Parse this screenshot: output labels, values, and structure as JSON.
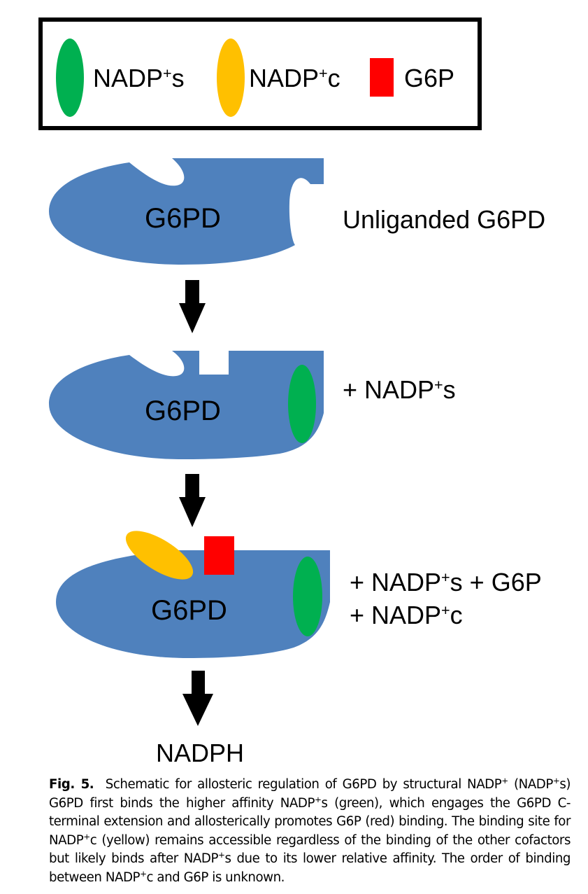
{
  "colors": {
    "enzyme": "#4F81BD",
    "nadp_s": "#00B050",
    "nadp_c": "#FFC000",
    "g6p": "#FF0000",
    "arrow": "#000000",
    "legend_border": "#000000"
  },
  "legend": {
    "items": [
      {
        "name": "NADP",
        "sup": "+",
        "suffix": "s",
        "shape": "ellipse",
        "color_key": "nadp_s"
      },
      {
        "name": "NADP",
        "sup": "+",
        "suffix": "c",
        "shape": "ellipse",
        "color_key": "nadp_c"
      },
      {
        "name": "G6P",
        "sup": "",
        "suffix": "",
        "shape": "square",
        "color_key": "g6p"
      }
    ]
  },
  "stages": [
    {
      "enzyme_label": "G6PD",
      "description": "Unliganded G6PD"
    },
    {
      "enzyme_label": "G6PD",
      "description_parts": [
        "+ NADP",
        "+",
        "s"
      ]
    },
    {
      "enzyme_label": "G6PD",
      "description_line1": [
        "+ NADP",
        "+",
        "s + G6P"
      ],
      "description_line2": [
        "+ NADP",
        "+",
        "c"
      ]
    }
  ],
  "product": "NADPH",
  "caption": {
    "figure_label": "Fig. 5.",
    "text_html_parts": [
      "Schematic for allosteric regulation of G6PD by structural NADP",
      "+",
      " (NADP",
      "+",
      "s) G6PD first binds the higher affinity NADP",
      "+",
      "s (green), which engages the G6PD C-terminal extension and allosterically promotes G6P (red) binding. The binding site for NADP",
      "+",
      "c (yellow) remains accessible regardless of the binding of the other cofactors but likely binds after NADP",
      "+",
      "s due to its lower relative affinity. The order of binding between NADP",
      "+",
      "c and G6P is unknown."
    ]
  }
}
